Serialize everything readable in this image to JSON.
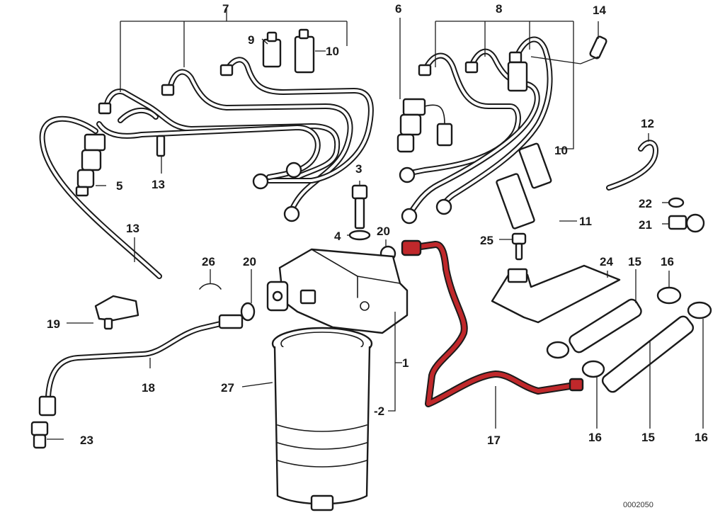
{
  "highlight_color": "#c0282b",
  "drawing_code": "0002050",
  "callouts": [
    {
      "id": "c1",
      "label": "1"
    },
    {
      "id": "c2",
      "label": "-2"
    },
    {
      "id": "c3",
      "label": "3"
    },
    {
      "id": "c4",
      "label": "4"
    },
    {
      "id": "c5",
      "label": "5"
    },
    {
      "id": "c6",
      "label": "6"
    },
    {
      "id": "c7",
      "label": "7"
    },
    {
      "id": "c8",
      "label": "8"
    },
    {
      "id": "c9",
      "label": "9"
    },
    {
      "id": "c10a",
      "label": "10"
    },
    {
      "id": "c10b",
      "label": "10"
    },
    {
      "id": "c11",
      "label": "11"
    },
    {
      "id": "c12",
      "label": "12"
    },
    {
      "id": "c13a",
      "label": "13"
    },
    {
      "id": "c13b",
      "label": "13"
    },
    {
      "id": "c14",
      "label": "14"
    },
    {
      "id": "c15a",
      "label": "15"
    },
    {
      "id": "c15b",
      "label": "15"
    },
    {
      "id": "c16a",
      "label": "16"
    },
    {
      "id": "c16b",
      "label": "16"
    },
    {
      "id": "c16c",
      "label": "16"
    },
    {
      "id": "c17",
      "label": "17"
    },
    {
      "id": "c18",
      "label": "18"
    },
    {
      "id": "c19",
      "label": "19"
    },
    {
      "id": "c20a",
      "label": "20"
    },
    {
      "id": "c20b",
      "label": "20"
    },
    {
      "id": "c21",
      "label": "21"
    },
    {
      "id": "c22",
      "label": "22"
    },
    {
      "id": "c23",
      "label": "23"
    },
    {
      "id": "c24",
      "label": "24"
    },
    {
      "id": "c25",
      "label": "25"
    },
    {
      "id": "c26",
      "label": "26"
    },
    {
      "id": "c27",
      "label": "27"
    }
  ]
}
